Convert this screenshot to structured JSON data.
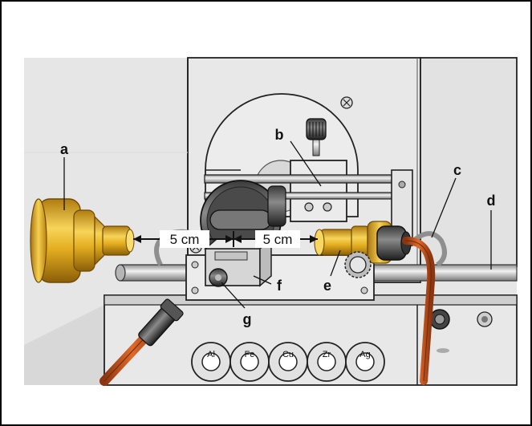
{
  "figure": {
    "labels": {
      "a": "a",
      "b": "b",
      "c": "c",
      "d": "d",
      "e": "e",
      "f": "f",
      "g": "g"
    },
    "distances": {
      "left": "5 cm",
      "right": "5 cm"
    },
    "sockets": [
      "Al",
      "Fe",
      "Cu",
      "Zr",
      "Ag"
    ]
  },
  "colors": {
    "background": "#e6e6e6",
    "gold": "#e0ac1c",
    "cable": "#c0521b",
    "metal": "#c7c7c7",
    "frame": "#222222"
  }
}
